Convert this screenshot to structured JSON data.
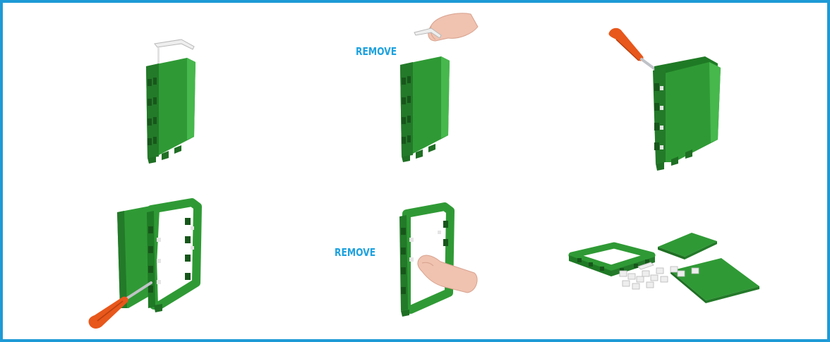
{
  "colors": {
    "frame_border": "#1e9ad6",
    "label_text": "#1ea2df",
    "housing_green": "#2f9a35",
    "housing_dark": "#1f6f24",
    "housing_light": "#46b84c",
    "clip_white": "#eeeeee",
    "screwdriver_handle": "#e8571b",
    "screwdriver_shaft": "#bfc3c7",
    "skin": "#f0c2b0"
  },
  "steps": [
    {
      "id": 1,
      "illustration": "assembled-housing-with-clip"
    },
    {
      "id": 2,
      "illustration": "finger-removing-clip",
      "label": "REMOVE"
    },
    {
      "id": 3,
      "illustration": "screwdriver-prying-cover"
    },
    {
      "id": 4,
      "illustration": "screwdriver-opening-frame"
    },
    {
      "id": 5,
      "illustration": "finger-removing-pcb",
      "label": "REMOVE"
    },
    {
      "id": 6,
      "illustration": "disassembled-parts"
    }
  ]
}
